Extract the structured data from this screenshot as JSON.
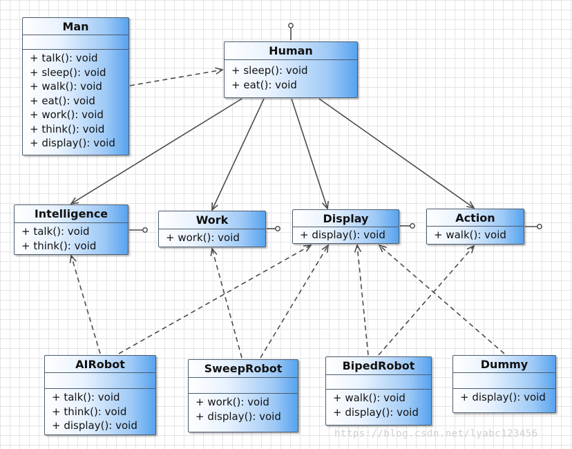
{
  "classes": {
    "man": {
      "name": "Man",
      "ops": [
        "+ talk(): void",
        "+ sleep(): void",
        "+ walk(): void",
        "+ eat(): void",
        "+ work(): void",
        "+ think(): void",
        "+ display(): void"
      ]
    },
    "human": {
      "name": "Human",
      "ops": [
        "+ sleep(): void",
        "+ eat(): void"
      ]
    },
    "intelligence": {
      "name": "Intelligence",
      "ops": [
        "+ talk(): void",
        "+ think(): void"
      ]
    },
    "work": {
      "name": "Work",
      "ops": [
        "+ work(): void"
      ]
    },
    "display": {
      "name": "Display",
      "ops": [
        "+ display(): void"
      ]
    },
    "action": {
      "name": "Action",
      "ops": [
        "+ walk(): void"
      ]
    },
    "airobot": {
      "name": "AIRobot",
      "ops": [
        "+ talk(): void",
        "+ think(): void",
        "+ display(): void"
      ]
    },
    "sweeprobot": {
      "name": "SweepRobot",
      "ops": [
        "+ work(): void",
        "+ display(): void"
      ]
    },
    "bipedrobot": {
      "name": "BipedRobot",
      "ops": [
        "+ walk(): void",
        "+ display(): void"
      ]
    },
    "dummy": {
      "name": "Dummy",
      "ops": [
        "+ display(): void"
      ]
    }
  },
  "relations": [
    {
      "from": "man",
      "to": "human",
      "kind": "realization"
    },
    {
      "from": "human",
      "to": "intelligence",
      "kind": "association"
    },
    {
      "from": "human",
      "to": "work",
      "kind": "association"
    },
    {
      "from": "human",
      "to": "display",
      "kind": "association"
    },
    {
      "from": "human",
      "to": "action",
      "kind": "association"
    },
    {
      "from": "airobot",
      "to": "intelligence",
      "kind": "realization"
    },
    {
      "from": "airobot",
      "to": "display",
      "kind": "realization"
    },
    {
      "from": "sweeprobot",
      "to": "work",
      "kind": "realization"
    },
    {
      "from": "sweeprobot",
      "to": "display",
      "kind": "realization"
    },
    {
      "from": "bipedrobot",
      "to": "display",
      "kind": "realization"
    },
    {
      "from": "bipedrobot",
      "to": "action",
      "kind": "realization"
    },
    {
      "from": "dummy",
      "to": "display",
      "kind": "realization"
    }
  ],
  "interface_lollipops": [
    "human",
    "intelligence",
    "work",
    "display",
    "action"
  ],
  "colors": {
    "line": "#4a4a4a",
    "box_border": "#4a5a6e",
    "gradient_end": "#57a3ee",
    "grid": "#e4e4e4"
  },
  "watermark": "https://blog.csdn.net/lyabc123456"
}
